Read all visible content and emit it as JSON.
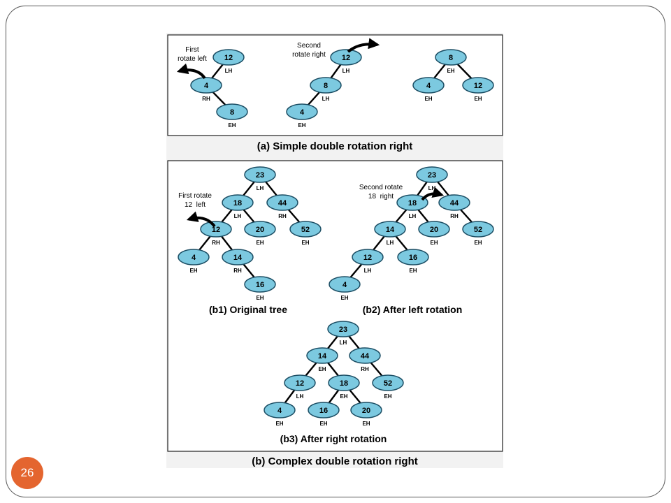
{
  "slide": {
    "page_number": "26"
  },
  "colors": {
    "node_fill": "#7cc9e0",
    "node_stroke": "#1b4d63",
    "badge": "#e4652f",
    "panel_bg": "#f2f2f2"
  },
  "part_a": {
    "caption": "(a) Simple double rotation right",
    "note_first": [
      "First",
      "rotate left"
    ],
    "note_second": [
      "Second",
      "rotate right"
    ],
    "trees": [
      {
        "nodes": [
          {
            "key": "12",
            "bal": "LH"
          },
          {
            "key": "4",
            "bal": "RH"
          },
          {
            "key": "8",
            "bal": "EH"
          }
        ]
      },
      {
        "nodes": [
          {
            "key": "12",
            "bal": "LH"
          },
          {
            "key": "8",
            "bal": "LH"
          },
          {
            "key": "4",
            "bal": "EH"
          }
        ]
      },
      {
        "nodes": [
          {
            "key": "8",
            "bal": "EH"
          },
          {
            "key": "4",
            "bal": "EH"
          },
          {
            "key": "12",
            "bal": "EH"
          }
        ]
      }
    ]
  },
  "part_b": {
    "caption": "(b) Complex double rotation right",
    "b1": {
      "caption": "(b1) Original tree",
      "note": [
        "First rotate",
        "12  left"
      ],
      "nodes": [
        {
          "key": "23",
          "bal": "LH"
        },
        {
          "key": "18",
          "bal": "LH"
        },
        {
          "key": "44",
          "bal": "RH"
        },
        {
          "key": "12",
          "bal": "RH"
        },
        {
          "key": "20",
          "bal": "EH"
        },
        {
          "key": "52",
          "bal": "EH"
        },
        {
          "key": "4",
          "bal": "EH"
        },
        {
          "key": "14",
          "bal": "RH"
        },
        {
          "key": "16",
          "bal": "EH"
        }
      ]
    },
    "b2": {
      "caption": "(b2) After left rotation",
      "note": [
        "Second rotate",
        "18  right"
      ],
      "nodes": [
        {
          "key": "23",
          "bal": "LH"
        },
        {
          "key": "18",
          "bal": "LH"
        },
        {
          "key": "44",
          "bal": "RH"
        },
        {
          "key": "14",
          "bal": "LH"
        },
        {
          "key": "20",
          "bal": "EH"
        },
        {
          "key": "52",
          "bal": "EH"
        },
        {
          "key": "12",
          "bal": "LH"
        },
        {
          "key": "16",
          "bal": "EH"
        },
        {
          "key": "4",
          "bal": "EH"
        }
      ]
    },
    "b3": {
      "caption": "(b3) After right rotation",
      "nodes": [
        {
          "key": "23",
          "bal": "LH"
        },
        {
          "key": "14",
          "bal": "EH"
        },
        {
          "key": "44",
          "bal": "RH"
        },
        {
          "key": "12",
          "bal": "LH"
        },
        {
          "key": "18",
          "bal": "EH"
        },
        {
          "key": "52",
          "bal": "EH"
        },
        {
          "key": "4",
          "bal": "EH"
        },
        {
          "key": "16",
          "bal": "EH"
        },
        {
          "key": "20",
          "bal": "EH"
        }
      ]
    }
  }
}
